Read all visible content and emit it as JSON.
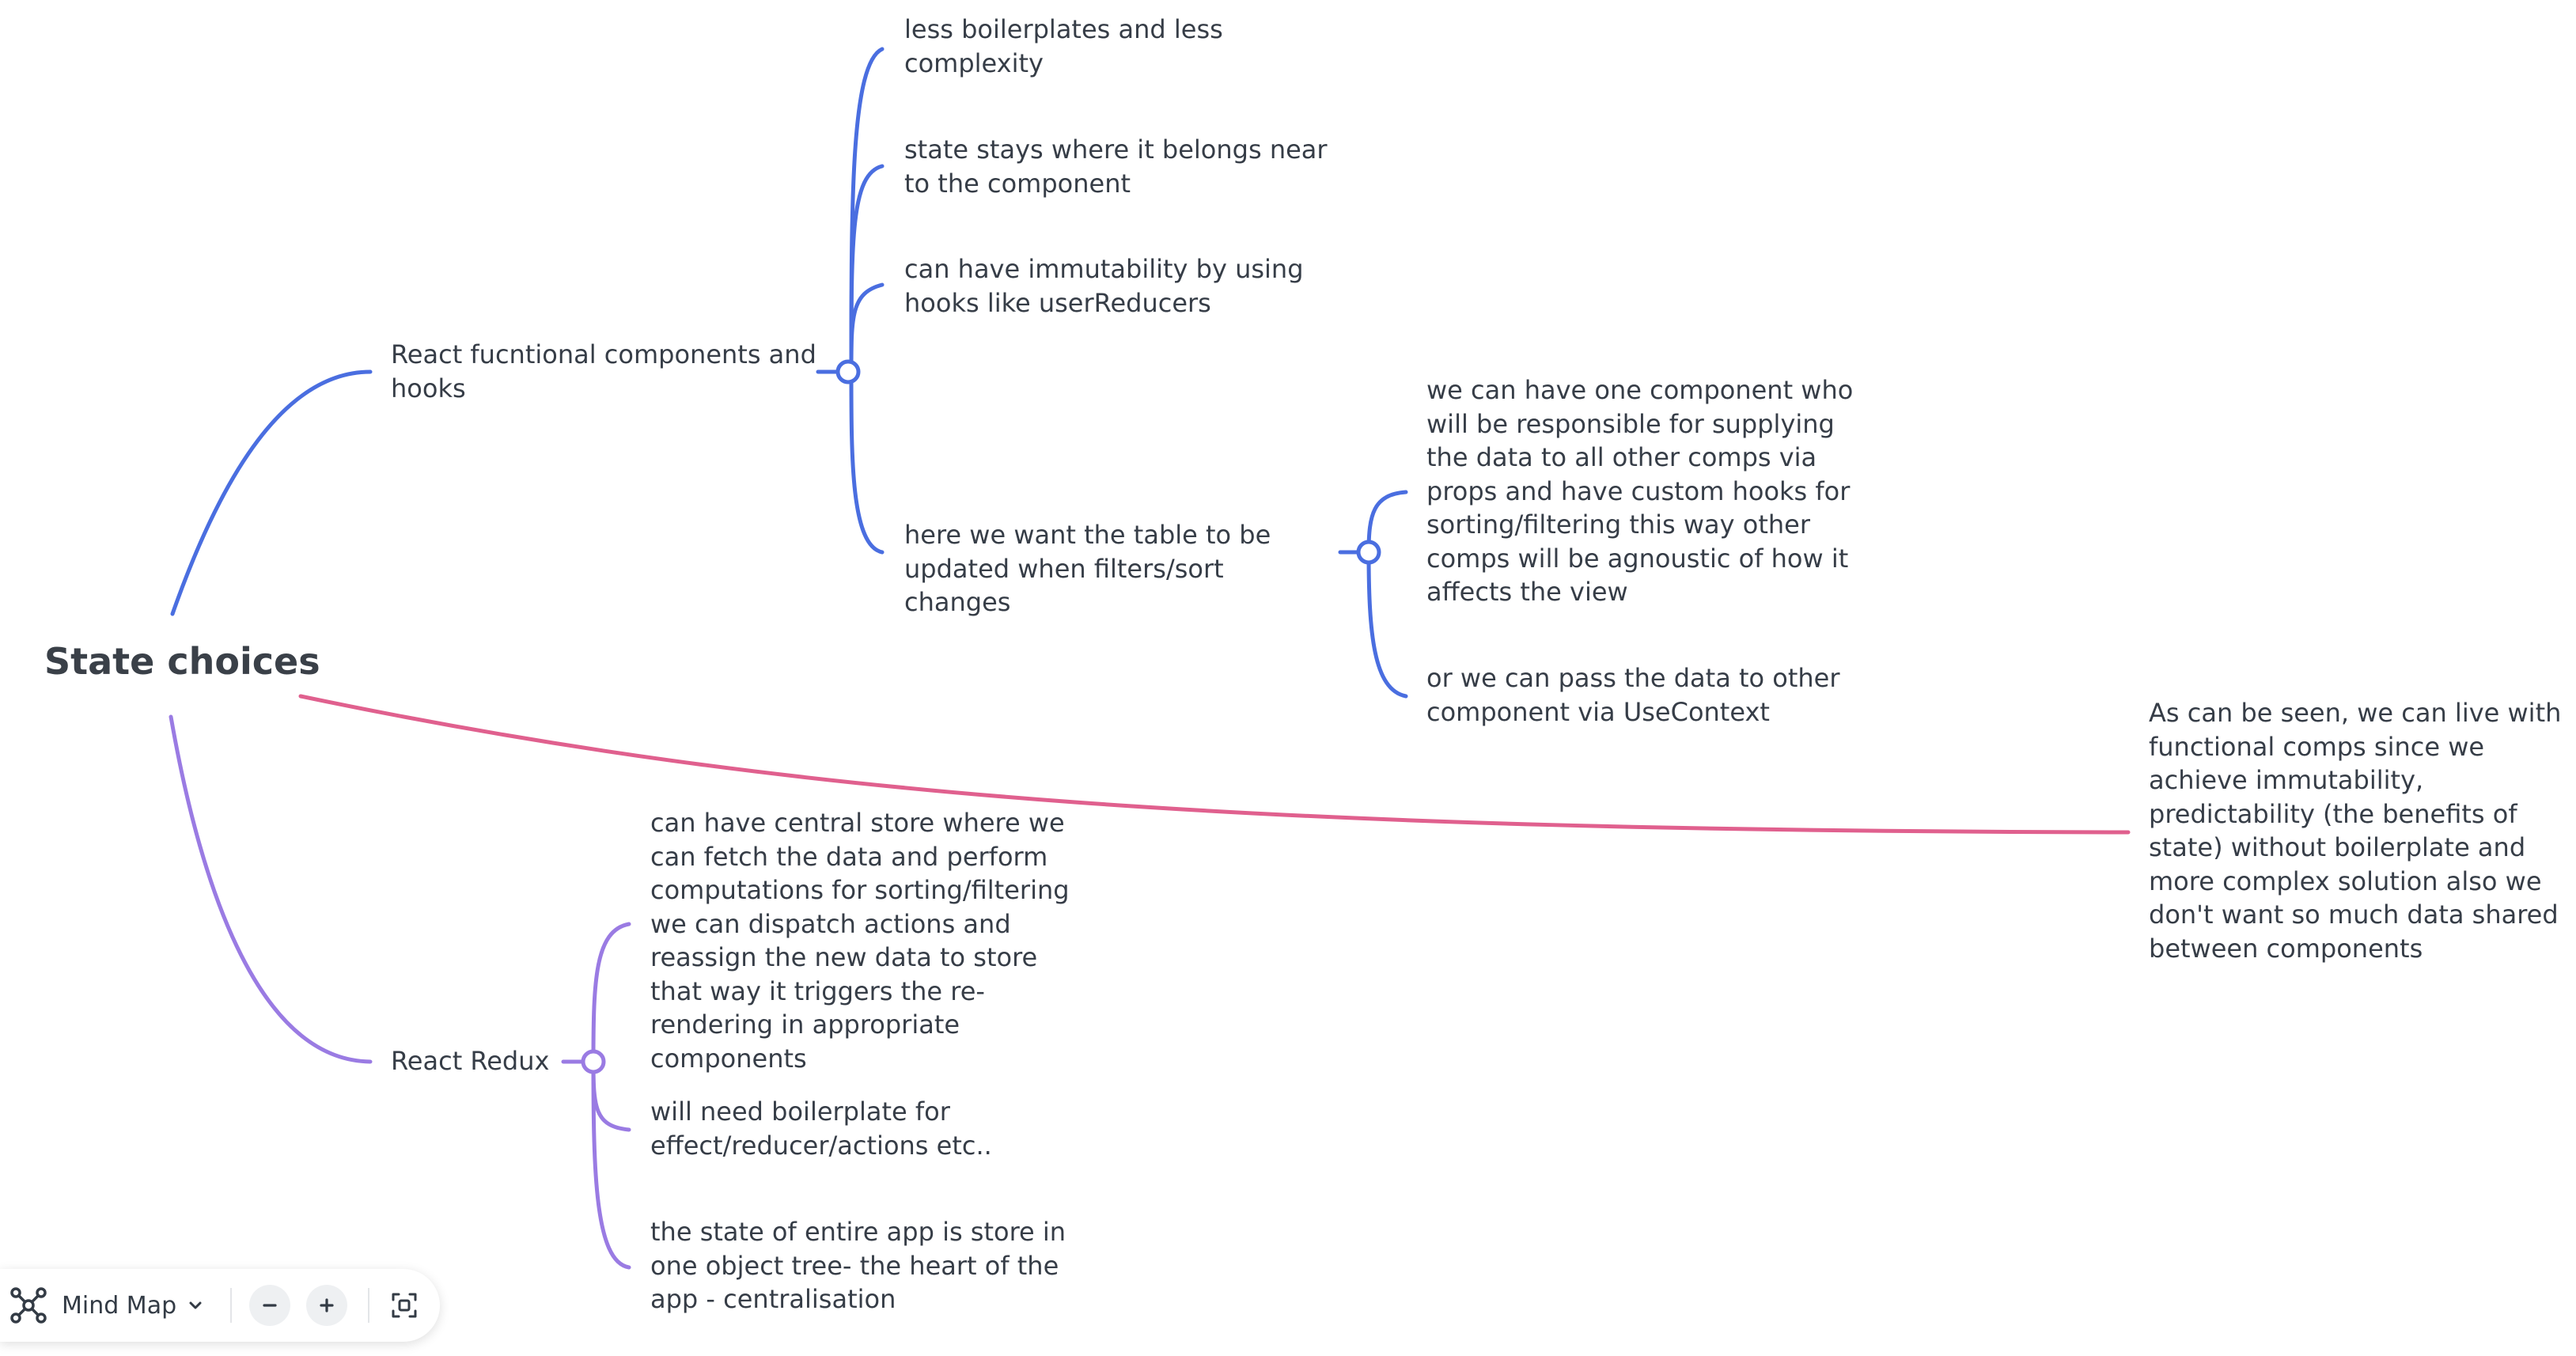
{
  "mindmap": {
    "root": "State choices",
    "branches": [
      {
        "label": "React fucntional components and hooks",
        "color": "#4a6ee0",
        "children": [
          {
            "label": "less boilerplates and less complexity"
          },
          {
            "label": "state stays where it belongs near to the component"
          },
          {
            "label": "can have immutability by using hooks like userReducers"
          },
          {
            "label": "here we want the table to be updated when filters/sort changes",
            "children": [
              {
                "label": "we can have one component who will be responsible for supplying the data to all other comps via props and have custom hooks for sorting/filtering this way other comps will be agnoustic of how it affects the view"
              },
              {
                "label": "or we can pass the data to other component via UseContext"
              }
            ]
          }
        ]
      },
      {
        "label": "React Redux",
        "color": "#9a7be3",
        "children": [
          {
            "label": "can have central store where we can fetch the data and perform computations for sorting/filtering we can dispatch actions and reassign the new data to store that way it triggers the re-rendering in appropriate components"
          },
          {
            "label": "will need boilerplate for effect/reducer/actions etc.."
          },
          {
            "label": "the state of entire app is store in one object tree- the heart of the app - centralisation"
          }
        ]
      },
      {
        "label": "As can be seen, we can live with functional comps since we achieve immutability, predictability (the benefits of state) without boilerplate and more complex solution also we don't want so much data shared between components",
        "color": "#e0608e"
      }
    ]
  },
  "toolbar": {
    "mode_label": "Mind Map",
    "icons": [
      "mindmap-icon",
      "chevron-down-icon",
      "zoom-out-icon",
      "zoom-in-icon",
      "fit-screen-icon"
    ]
  }
}
